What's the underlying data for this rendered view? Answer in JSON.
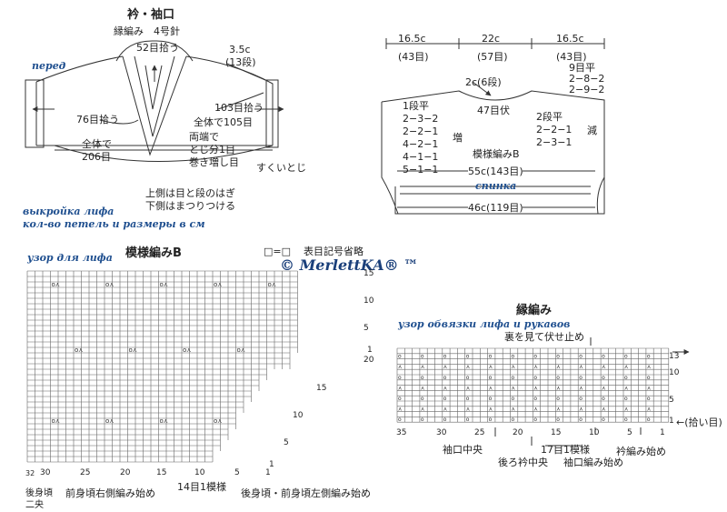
{
  "watermark": "© MerlettKA® ™",
  "collar": {
    "title": "衿・袖口",
    "subtitle": "縁編み　4号針",
    "ru_front": "перед",
    "pick_top": "52目拾う",
    "rows_right_a": "3.5c",
    "rows_right_b": "(13段)",
    "pick_left": "76目拾う",
    "pick_right": "103目拾う",
    "total_right": "全体で105目",
    "total_left_a": "全体で",
    "total_left_b": "206目",
    "both_ends_a": "両端で",
    "both_ends_b": "とじ分1目",
    "both_ends_c": "巻き増し目",
    "sukui": "すくいとじ",
    "note_a": "上側は目と段のはぎ",
    "note_b": "下側はまつりつける",
    "ru_note_a": "выкройка лифа",
    "ru_note_b": "кол-во петель и размеры в см"
  },
  "back": {
    "top_left": "16.5c",
    "top_left_st": "(43目)",
    "top_mid": "22c",
    "top_mid_st": "(57目)",
    "top_right": "16.5c",
    "top_right_st": "(43目)",
    "neck_depth": "2c(6段)",
    "neck_bind": "47目伏",
    "shoulder_a": "9目平",
    "shoulder_b": "2−8−2",
    "shoulder_c": "2−9−2",
    "inc_rows": [
      "1段平",
      "2−3−2",
      "2−2−1",
      "4−2−1",
      "4−1−1",
      "5−1−1"
    ],
    "inc_label": "増",
    "dec_rows": [
      "2段平",
      "2−2−1",
      "2−3−1"
    ],
    "dec_label": "減",
    "pattern": "模様編みB",
    "width_upper": "55c(143目)",
    "ru_back": "спинка",
    "width_lower": "46c(119目)"
  },
  "chartB": {
    "ru_label": "узор для лифа",
    "title": "模様編みB",
    "legend_sym": "□=□",
    "legend_txt": "表目記号省略",
    "row_labels": [
      "15",
      "10",
      "5",
      "1",
      "20",
      "15",
      "10",
      "5",
      "1"
    ],
    "bottom_nums": [
      "30",
      "25",
      "20",
      "15",
      "10",
      "5",
      "1"
    ],
    "left_cut": [
      "32",
      "後身頃",
      "二央"
    ],
    "start_front": "前身頃右側編み始め",
    "repeat": "14目1模様",
    "start_back": "後身頃・前身頃左側編み始め"
  },
  "border": {
    "title": "縁編み",
    "ru_label": "узор обвязки лифа и рукавов",
    "bind_note": "裏を見て伏せ止め",
    "row_labels": [
      "13",
      "10",
      "5",
      "1"
    ],
    "pick_note": "←(拾い目)",
    "bottom_nums": [
      "35",
      "30",
      "25",
      "20",
      "15",
      "10",
      "5",
      "1"
    ],
    "cuff_center": "袖口中央",
    "back_center": "後ろ衿中央",
    "repeat": "17目1模様",
    "cuff_start": "袖口編み始め",
    "collar_start": "衿編み始め"
  }
}
